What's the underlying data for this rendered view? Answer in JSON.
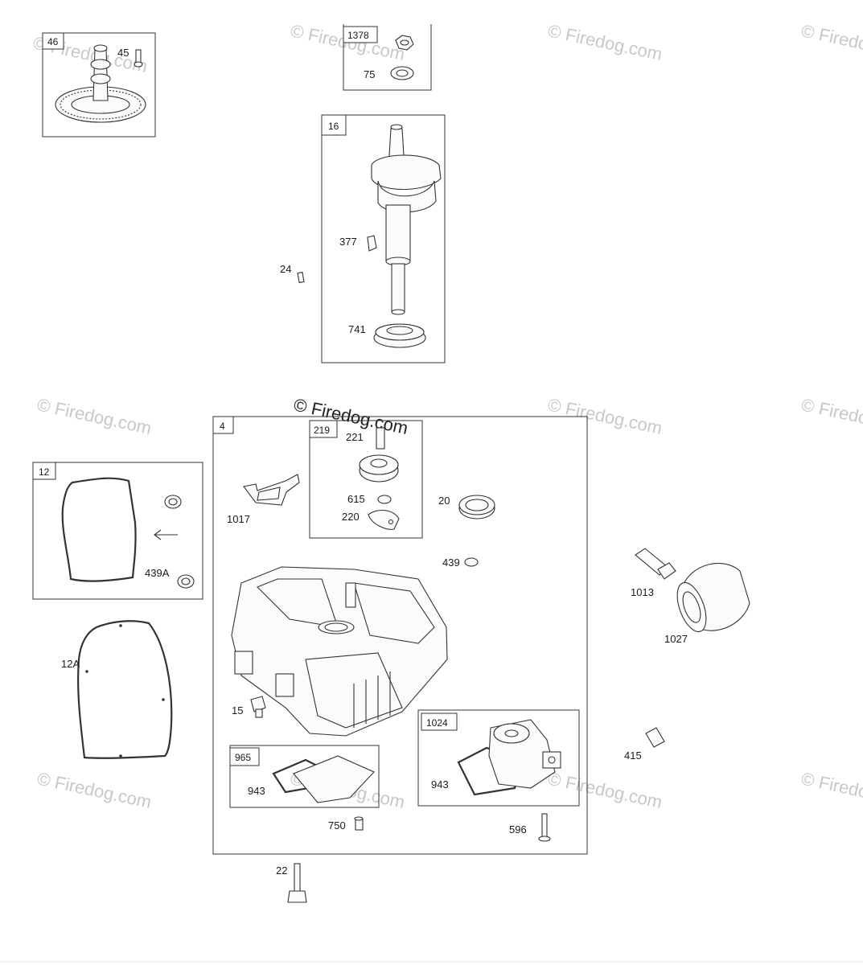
{
  "watermark": "© Firedog.com",
  "callouts": {
    "c46": "46",
    "c45": "45",
    "c1378": "1378",
    "c75": "75",
    "c16": "16",
    "c377": "377",
    "c741": "741",
    "c24": "24",
    "c4": "4",
    "c219": "219",
    "c221": "221",
    "c615": "615",
    "c220": "220",
    "c1017": "1017",
    "c20": "20",
    "c439": "439",
    "c12": "12",
    "c439A": "439A",
    "c12A": "12A",
    "c1013": "1013",
    "c1027": "1027",
    "c15": "15",
    "c965": "965",
    "c943a": "943",
    "c1024": "1024",
    "c943b": "943",
    "c415": "415",
    "c750": "750",
    "c596": "596",
    "c22": "22"
  }
}
